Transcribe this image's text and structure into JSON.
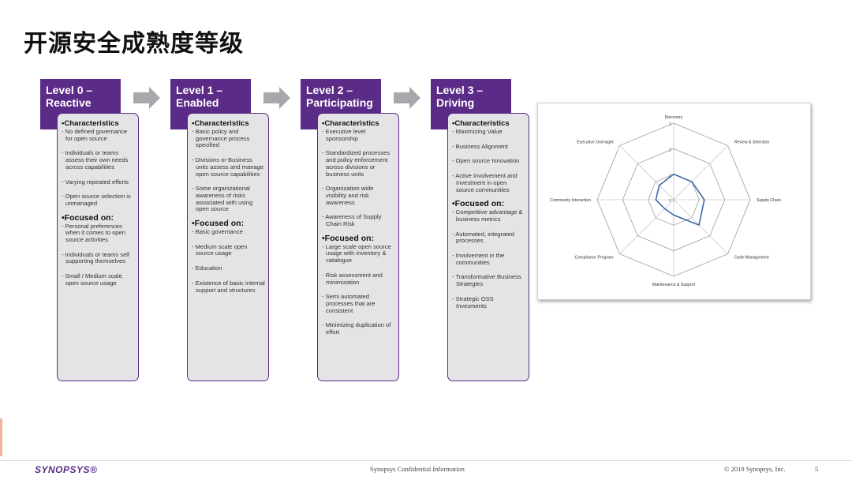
{
  "slide": {
    "title": "开源安全成熟度等级",
    "accent_color": "#5b2b88",
    "card_bg": "#e4e4e6",
    "arrow_color": "#a8a8ac"
  },
  "levels": [
    {
      "title": "Level 0 –\nReactive",
      "char_label": "•Characteristics",
      "characteristics": [
        "- No defined governance for open source",
        "- Individuals or teams assess their own needs across capabilities",
        "- Varying repeated efforts",
        "- Open source selection is unmanaged"
      ],
      "focus_label": "•Focused on:",
      "focus": [
        "- Personal preferences when it comes to open source activities",
        "- Individuals or teams self supporting themselves",
        "- Small / Medium scale open source usage"
      ]
    },
    {
      "title": "Level 1 –\nEnabled",
      "char_label": "•Characteristics",
      "characteristics": [
        "- Basic policy and governance process specified",
        "- Divisions or Business units assess and manage open source capabilities",
        "- Some organizational awareness of risks associated with using open source"
      ],
      "focus_label": "•Focused on:",
      "focus": [
        "- Basic governance",
        "- Medium scale open source usage",
        "- Education",
        "- Existence of basic internal support and structures"
      ]
    },
    {
      "title": "Level 2 –\nParticipating",
      "char_label": "•Characteristics",
      "characteristics": [
        "- Executive level sponsorship",
        "- Standardized processes and policy enforcement across divisions or business units",
        "- Organization wide visibility and risk awareness",
        "- Awareness of Supply Chain Risk"
      ],
      "focus_label": "•Focused on:",
      "focus": [
        "- Large scale open source usage with inventory & catalogue",
        "- Risk assessment and minimization",
        "- Semi automated processes that are consistent",
        "- Minimizing duplication of effort"
      ]
    },
    {
      "title": "Level 3 –\nDriving",
      "char_label": "•Characteristics",
      "characteristics": [
        "- Maximizing Value",
        "- Business Alignment",
        "- Open source Innovation",
        "- Active Involvement and Investment in open source communities"
      ],
      "focus_label": "•Focused on:",
      "focus": [
        "- Competitive advantage & business metrics",
        "- Automated, integrated processes",
        "- Involvement in the communities",
        "- Transformative Business Strategies",
        "- Strategic OSS Invesments"
      ]
    }
  ],
  "radar": {
    "axes": [
      "Discovery",
      "Review & Selection",
      "Supply Chain",
      "Code Management",
      "Maintenance & Support",
      "Compliance Program",
      "Community Interaction",
      "Executive Oversight"
    ],
    "ring_labels": [
      "0",
      "1",
      "2",
      "3"
    ],
    "max": 3,
    "values": [
      1.0,
      1.0,
      1.2,
      1.4,
      0.6,
      0.5,
      0.7,
      0.8
    ],
    "line_color": "#3d6aa8"
  },
  "footer": {
    "logo": "SYNOPSYS®",
    "center": "Synopsys Confidential Information",
    "copyright": "© 2019 Synopsys, Inc.",
    "page": "5"
  }
}
